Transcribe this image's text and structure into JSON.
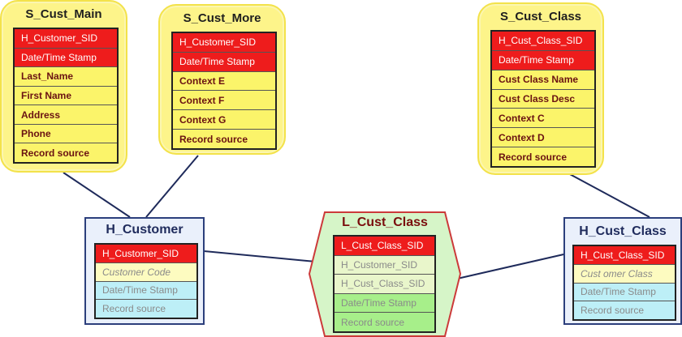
{
  "satellites": {
    "s_cust_main": {
      "title": "S_Cust_Main",
      "fields": [
        "H_Customer_SID",
        "Date/Time Stamp",
        "Last_Name",
        "First Name",
        "Address",
        "Phone",
        "Record source"
      ]
    },
    "s_cust_more": {
      "title": "S_Cust_More",
      "fields": [
        "H_Customer_SID",
        "Date/Time Stamp",
        "Context E",
        "Context F",
        "Context G",
        "Record source"
      ]
    },
    "s_cust_class": {
      "title": "S_Cust_Class",
      "fields": [
        "H_Cust_Class_SID",
        "Date/Time Stamp",
        "Cust Class Name",
        "Cust Class Desc",
        "Context C",
        "Context D",
        "Record source"
      ]
    }
  },
  "hubs": {
    "h_customer": {
      "title": "H_Customer",
      "fields": [
        "H_Customer_SID",
        "Customer Code",
        "Date/Time Stamp",
        "Record source"
      ]
    },
    "h_cust_class": {
      "title": "H_Cust_Class",
      "fields": [
        "H_Cust_Class_SID",
        "Cust omer Class",
        "Date/Time Stamp",
        "Record source"
      ]
    }
  },
  "link": {
    "l_cust_class": {
      "title": "L_Cust_Class",
      "fields": [
        "L_Cust_Class_SID",
        "H_Customer_SID",
        "H_Cust_Class_SID",
        "Date/Time Stamp",
        "Record source"
      ]
    }
  },
  "colors": {
    "satellite_fill": "#fdf48a",
    "hub_border": "#2c3f7c",
    "link_fill": "#d6f5c8",
    "link_border": "#cc3a3a",
    "key_field": "#ee1c1c",
    "connector": "#1e2a5a"
  }
}
